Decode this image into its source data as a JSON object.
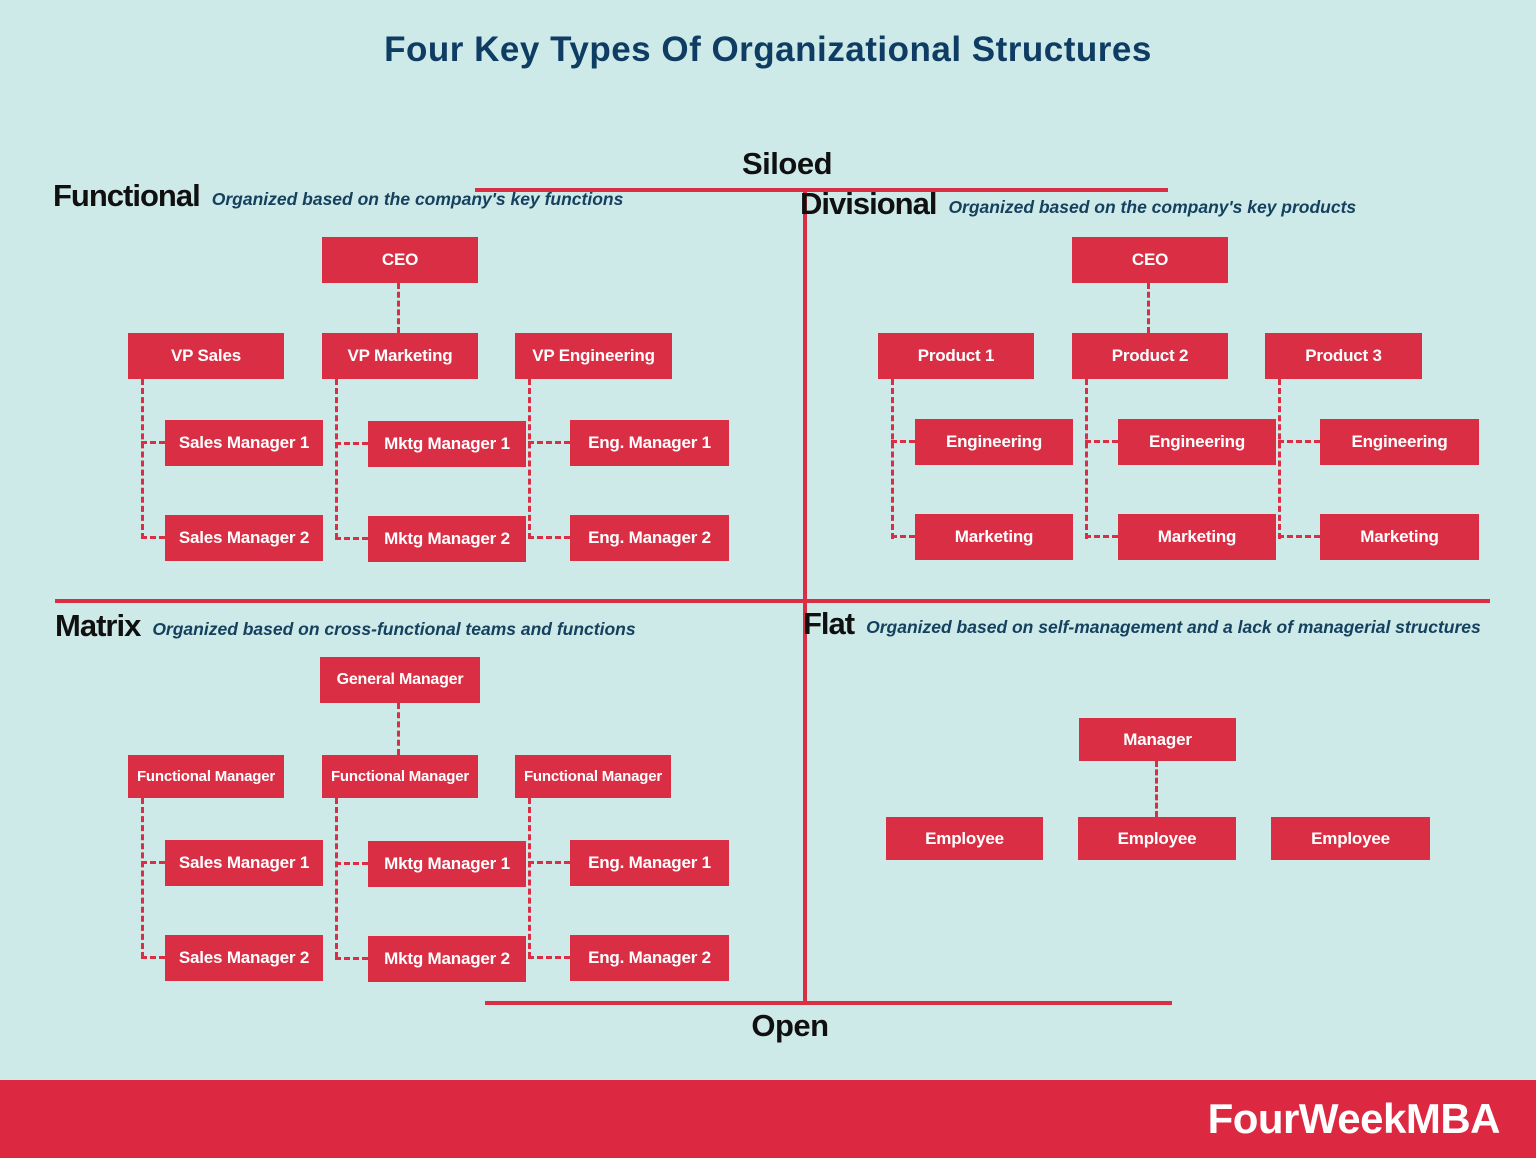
{
  "title": "Four Key Types Of Organizational Structures",
  "colors": {
    "background": "#cdeae9",
    "accent_red": "#da2e44",
    "footer_red": "#dc2840",
    "title_navy": "#0e3c62",
    "subtitle_navy": "#15405e",
    "label_black": "#101010",
    "node_text": "#ffffff"
  },
  "axes": {
    "top": "Siloed",
    "bottom": "Open"
  },
  "quadrants": {
    "functional": {
      "name": "Functional",
      "description": "Organized based on the company's key functions",
      "root": "CEO",
      "columns": [
        {
          "head": "VP Sales",
          "children": [
            "Sales Manager 1",
            "Sales Manager 2"
          ]
        },
        {
          "head": "VP Marketing",
          "children": [
            "Mktg Manager 1",
            "Mktg Manager 2"
          ]
        },
        {
          "head": "VP Engineering",
          "children": [
            "Eng. Manager 1",
            "Eng. Manager 2"
          ]
        }
      ]
    },
    "divisional": {
      "name": "Divisional",
      "description": "Organized based on the company's key products",
      "root": "CEO",
      "columns": [
        {
          "head": "Product 1",
          "children": [
            "Engineering",
            "Marketing"
          ]
        },
        {
          "head": "Product 2",
          "children": [
            "Engineering",
            "Marketing"
          ]
        },
        {
          "head": "Product 3",
          "children": [
            "Engineering",
            "Marketing"
          ]
        }
      ]
    },
    "matrix": {
      "name": "Matrix",
      "description": "Organized based on cross-functional teams and functions",
      "root": "General Manager",
      "columns": [
        {
          "head": "Functional Manager",
          "children": [
            "Sales Manager 1",
            "Sales Manager 2"
          ]
        },
        {
          "head": "Functional Manager",
          "children": [
            "Mktg Manager 1",
            "Mktg Manager 2"
          ]
        },
        {
          "head": "Functional Manager",
          "children": [
            "Eng. Manager 1",
            "Eng. Manager 2"
          ]
        }
      ]
    },
    "flat": {
      "name": "Flat",
      "description": "Organized based on self-management and a lack of managerial structures",
      "root": "Manager",
      "employees": [
        "Employee",
        "Employee",
        "Employee"
      ]
    }
  },
  "footer": {
    "brand": "FourWeekMBA"
  }
}
